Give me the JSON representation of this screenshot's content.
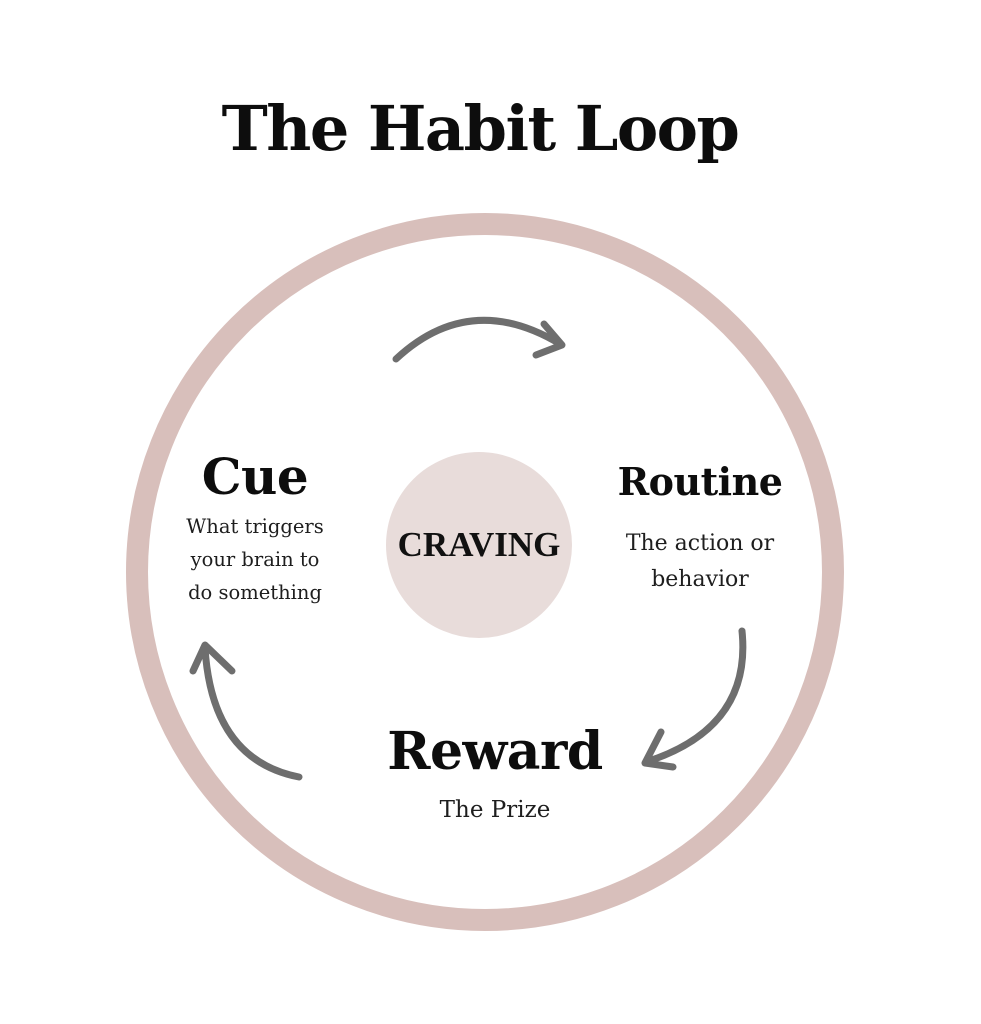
{
  "title": "The Habit Loop",
  "colors": {
    "background": "#ffffff",
    "outer_ring": "#d8bfbb",
    "inner_circle": "#e8dcda",
    "arrow": "#6e6e6e",
    "text": "#111111"
  },
  "center": {
    "label": "CRAVING"
  },
  "stages": {
    "cue": {
      "heading": "Cue",
      "description_lines": [
        "What triggers",
        "your brain to",
        "do something"
      ]
    },
    "routine": {
      "heading": "Routine",
      "description_lines": [
        "The action or",
        "behavior"
      ]
    },
    "reward": {
      "heading": "Reward",
      "description_lines": [
        "The Prize"
      ]
    }
  },
  "arrows": [
    {
      "name": "top-arrow",
      "direction": "clockwise",
      "from": "cue",
      "to": "routine"
    },
    {
      "name": "right-arrow",
      "direction": "clockwise",
      "from": "routine",
      "to": "reward"
    },
    {
      "name": "left-arrow",
      "direction": "clockwise",
      "from": "reward",
      "to": "cue"
    }
  ]
}
